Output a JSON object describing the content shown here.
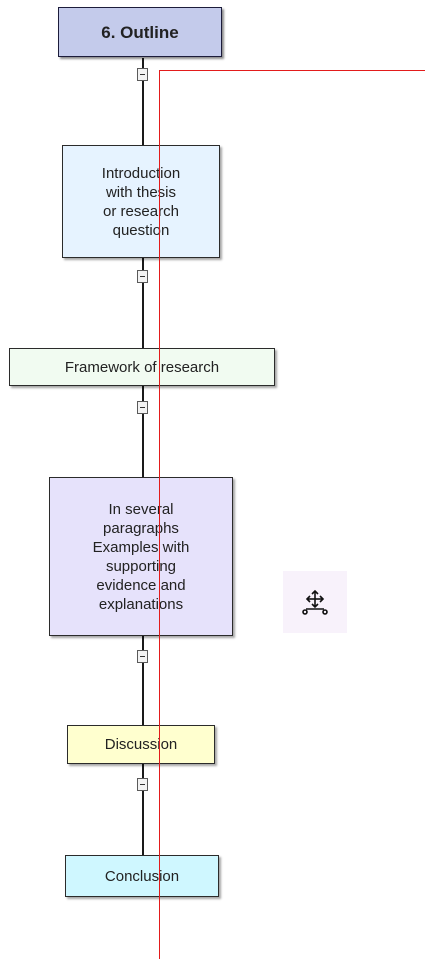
{
  "diagram": {
    "title": "6. Outline",
    "nodes": [
      {
        "id": "intro",
        "label": "Introduction\nwith thesis\nor research\nquestion",
        "fill": "#e6f3ff"
      },
      {
        "id": "framework",
        "label": "Framework of research",
        "fill": "#f1fbf1"
      },
      {
        "id": "body",
        "label": "In several\nparagraphs\nExamples with\nsupporting\nevidence and\nexplanations",
        "fill": "#e6e2fb"
      },
      {
        "id": "discussion",
        "label": "Discussion",
        "fill": "#ffffcf"
      },
      {
        "id": "conclusion",
        "label": "Conclusion",
        "fill": "#cff7ff"
      }
    ],
    "title_fill": "#c4cbeb",
    "guide_color": "#e31b1b"
  },
  "icons": {
    "collapse_toggle": "minus-box-icon",
    "move_handle": "move-arrows-icon"
  }
}
